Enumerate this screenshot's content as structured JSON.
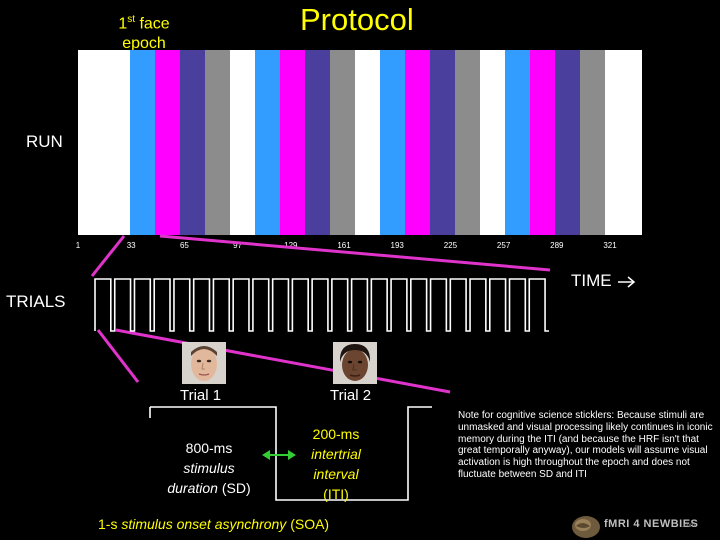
{
  "title": "Protocol",
  "face_epoch": {
    "sup": "st",
    "line1_rest": " face",
    "num": "1",
    "line2": "epoch"
  },
  "run_label": "RUN",
  "trials_label": "TRIALS",
  "time_label": "TIME",
  "run_axis_ticks": [
    "1",
    "33",
    "65",
    "97",
    "129",
    "161",
    "193",
    "225",
    "257",
    "289",
    "321"
  ],
  "run_blocks": [
    {
      "start": 0,
      "end": 2,
      "color": "#ffffff"
    },
    {
      "start": 2,
      "end": 3,
      "color": "#339cff"
    },
    {
      "start": 3,
      "end": 4,
      "color": "#ff00ff"
    },
    {
      "start": 4,
      "end": 5,
      "color": "#4b3f9e"
    },
    {
      "start": 5,
      "end": 6,
      "color": "#8c8c8c"
    },
    {
      "start": 6,
      "end": 7,
      "color": "#ffffff"
    },
    {
      "start": 7,
      "end": 8,
      "color": "#339cff"
    },
    {
      "start": 8,
      "end": 9,
      "color": "#ff00ff"
    },
    {
      "start": 9,
      "end": 10,
      "color": "#4b3f9e"
    },
    {
      "start": 10,
      "end": 11,
      "color": "#8c8c8c"
    },
    {
      "start": 11,
      "end": 12,
      "color": "#ffffff"
    },
    {
      "start": 12,
      "end": 13,
      "color": "#339cff"
    },
    {
      "start": 13,
      "end": 14,
      "color": "#ff00ff"
    },
    {
      "start": 14,
      "end": 15,
      "color": "#4b3f9e"
    },
    {
      "start": 15,
      "end": 16,
      "color": "#8c8c8c"
    },
    {
      "start": 16,
      "end": 17,
      "color": "#ffffff"
    },
    {
      "start": 17,
      "end": 18,
      "color": "#339cff"
    },
    {
      "start": 18,
      "end": 19,
      "color": "#ff00ff"
    },
    {
      "start": 19,
      "end": 20,
      "color": "#4b3f9e"
    },
    {
      "start": 20,
      "end": 21,
      "color": "#8c8c8c"
    },
    {
      "start": 21,
      "end": 23,
      "color": "#ffffff"
    }
  ],
  "trials": {
    "count": 23
  },
  "face1_label": "Trial 1",
  "face2_label": "Trial 2",
  "sd": {
    "line1": "800-ms",
    "line2": "stimulus",
    "line3_italic": "duration",
    "line3_rest": " (SD)"
  },
  "iti": {
    "line1": "200-ms",
    "line2": "intertrial",
    "line3": "interval",
    "line4": "(ITI)"
  },
  "soa": {
    "prefix": "1-s ",
    "italic": "stimulus onset asynchrony",
    "suffix": " (SOA)"
  },
  "note": "Note for cognitive science sticklers: Because stimuli are unmasked and visual processing likely continues in iconic memory during the ITI (and because the HRF isn't that great temporally anyway), our models will assume visual activation is high throughout the epoch and does not fluctuate between SD and ITI",
  "logo": {
    "text": "fMRI 4 NEWBIES",
    "suffix": ".com"
  },
  "colors": {
    "accent_yellow": "#ffff00",
    "connector_magenta": "#e033cc",
    "arrow_green": "#33cc33"
  }
}
